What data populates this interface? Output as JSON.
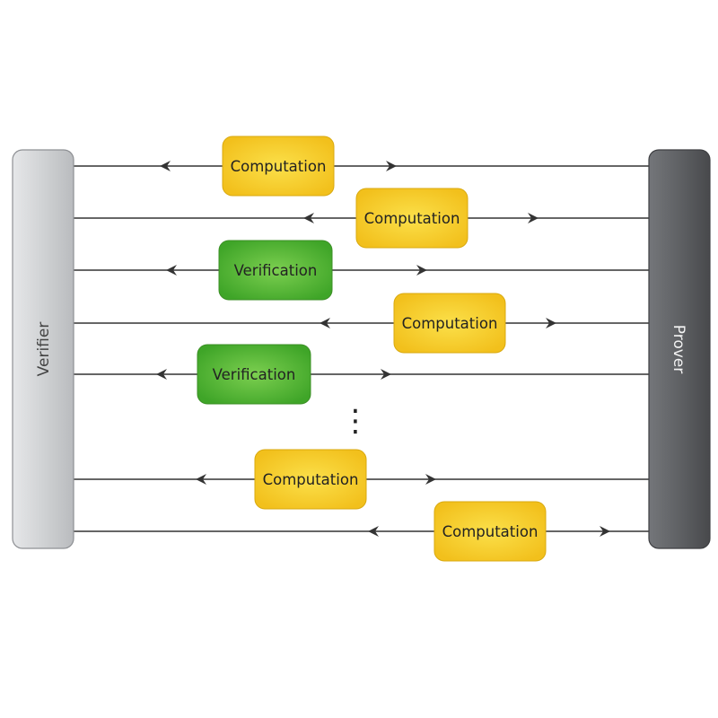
{
  "verifier": {
    "label": "Verifier"
  },
  "prover": {
    "label": "Prover"
  },
  "colors": {
    "computation_fill": "#f6c828",
    "verification_fill": "#5cb93c",
    "verifier_bar": "#d4d6d8",
    "prover_bar": "#606265",
    "line": "#333333"
  },
  "rows": [
    {
      "kind": "computation",
      "label": "Computation"
    },
    {
      "kind": "computation",
      "label": "Computation"
    },
    {
      "kind": "verification",
      "label": "Verification"
    },
    {
      "kind": "computation",
      "label": "Computation"
    },
    {
      "kind": "verification",
      "label": "Verification"
    },
    {
      "kind": "computation",
      "label": "Computation"
    },
    {
      "kind": "computation",
      "label": "Computation"
    }
  ],
  "ellipsis": "⋮"
}
